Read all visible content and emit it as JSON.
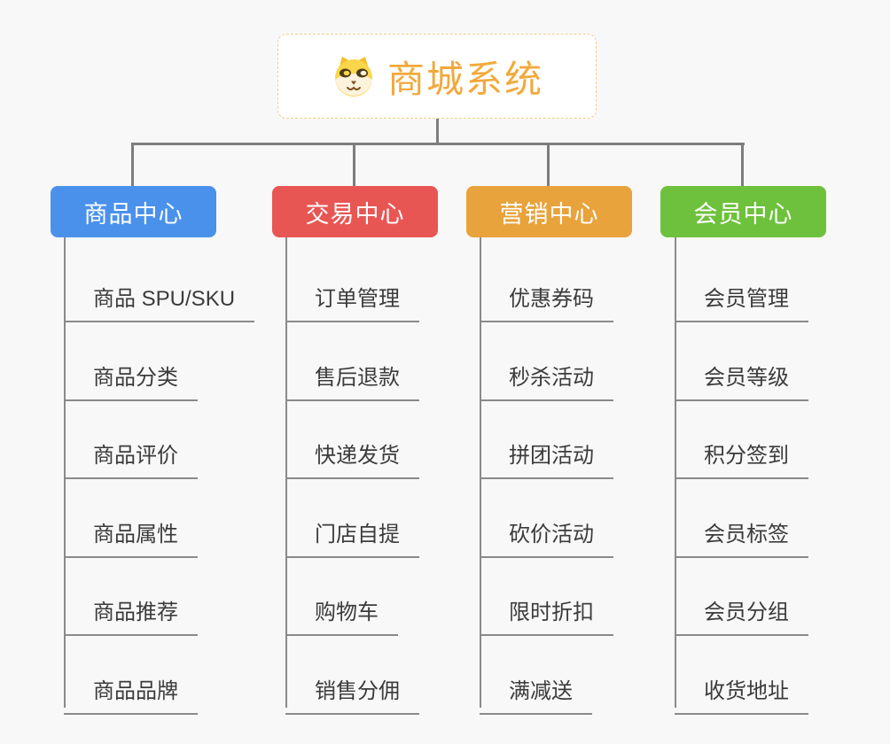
{
  "page": {
    "background_color": "#F8F8F8",
    "connector_color": "#7D7D7D",
    "leaf_underline_color": "#8A8A8A",
    "leaf_text_color": "#3B3B3B"
  },
  "root": {
    "title": "商城系统",
    "icon": "dog-face-icon",
    "text_color": "#F2A93B",
    "border_color": "#F2CE92",
    "background_color": "#FFFFFF"
  },
  "branches": [
    {
      "label": "商品中心",
      "color": "#4A91EC",
      "children": [
        "商品 SPU/SKU",
        "商品分类",
        "商品评价",
        "商品属性",
        "商品推荐",
        "商品品牌"
      ]
    },
    {
      "label": "交易中心",
      "color": "#E85654",
      "children": [
        "订单管理",
        "售后退款",
        "快递发货",
        "门店自提",
        "购物车",
        "销售分佣"
      ]
    },
    {
      "label": "营销中心",
      "color": "#E8A33C",
      "children": [
        "优惠券码",
        "秒杀活动",
        "拼团活动",
        "砍价活动",
        "限时折扣",
        "满减送"
      ]
    },
    {
      "label": "会员中心",
      "color": "#6EC13C",
      "children": [
        "会员管理",
        "会员等级",
        "积分签到",
        "会员标签",
        "会员分组",
        "收货地址"
      ]
    }
  ]
}
